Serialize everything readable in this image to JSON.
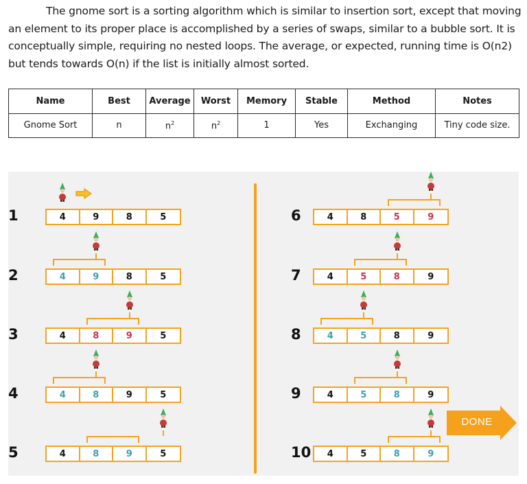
{
  "paragraph": "The gnome sort is a sorting algorithm which is similar to insertion sort, except that moving an element to its proper place is accomplished by a series of swaps, similar to a bubble sort. It is conceptually simple, requiring no nested loops. The average, or expected, running time is O(n2) but tends towards O(n) if the list is initially almost sorted.",
  "table": {
    "headers": [
      "Name",
      "Best",
      "Average",
      "Worst",
      "Memory",
      "Stable",
      "Method",
      "Notes"
    ],
    "row": {
      "name": "Gnome Sort",
      "best": "n",
      "average": "n",
      "average_exp": "2",
      "worst": "n",
      "worst_exp": "2",
      "memory": "1",
      "stable": "Yes",
      "method": "Exchanging",
      "notes": "Tiny code size."
    }
  },
  "steps": [
    {
      "label": "1",
      "values": [
        "4",
        "9",
        "8",
        "5"
      ]
    },
    {
      "label": "2",
      "values": [
        "4",
        "9",
        "8",
        "5"
      ]
    },
    {
      "label": "3",
      "values": [
        "4",
        "8",
        "9",
        "5"
      ]
    },
    {
      "label": "4",
      "values": [
        "4",
        "8",
        "9",
        "5"
      ]
    },
    {
      "label": "5",
      "values": [
        "4",
        "8",
        "9",
        "5"
      ]
    },
    {
      "label": "6",
      "values": [
        "4",
        "8",
        "5",
        "9"
      ]
    },
    {
      "label": "7",
      "values": [
        "4",
        "5",
        "8",
        "9"
      ]
    },
    {
      "label": "8",
      "values": [
        "4",
        "5",
        "8",
        "9"
      ]
    },
    {
      "label": "9",
      "values": [
        "4",
        "5",
        "8",
        "9"
      ]
    },
    {
      "label": "10",
      "values": [
        "4",
        "5",
        "8",
        "9"
      ]
    }
  ],
  "done_label": "DONE",
  "colors": {
    "accent": "#f5a21d",
    "teal": "#3a9fb4",
    "red": "#c8334a",
    "panel": "#f1f1f1"
  }
}
